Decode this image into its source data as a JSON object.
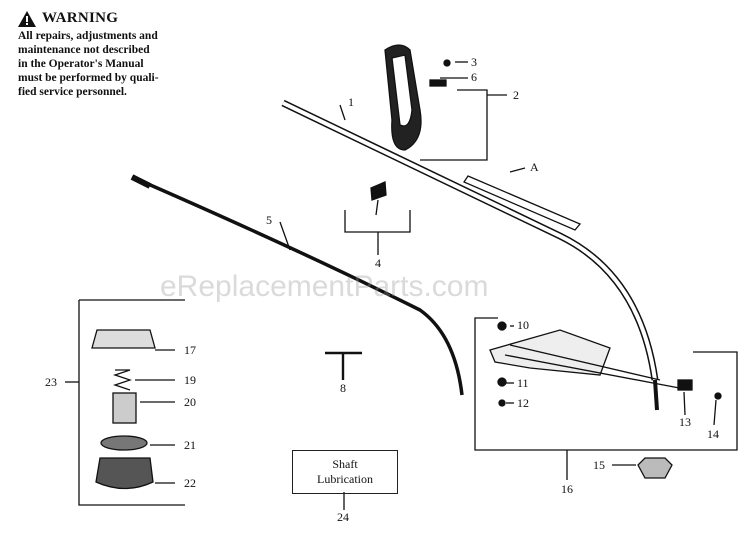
{
  "warning": {
    "title": "WARNING",
    "lines": [
      "All repairs, adjustments and",
      "maintenance not described",
      "in the Operator's Manual",
      "must be performed by quali-",
      "fied service personnel."
    ]
  },
  "watermark": "eReplacementParts.com",
  "shaft_lubrication": {
    "line1": "Shaft",
    "line2": "Lubrication"
  },
  "callouts": [
    "1",
    "2",
    "3",
    "4",
    "5",
    "6",
    "8",
    "10",
    "11",
    "12",
    "13",
    "14",
    "15",
    "16",
    "17",
    "19",
    "20",
    "21",
    "22",
    "23",
    "24",
    "A"
  ]
}
